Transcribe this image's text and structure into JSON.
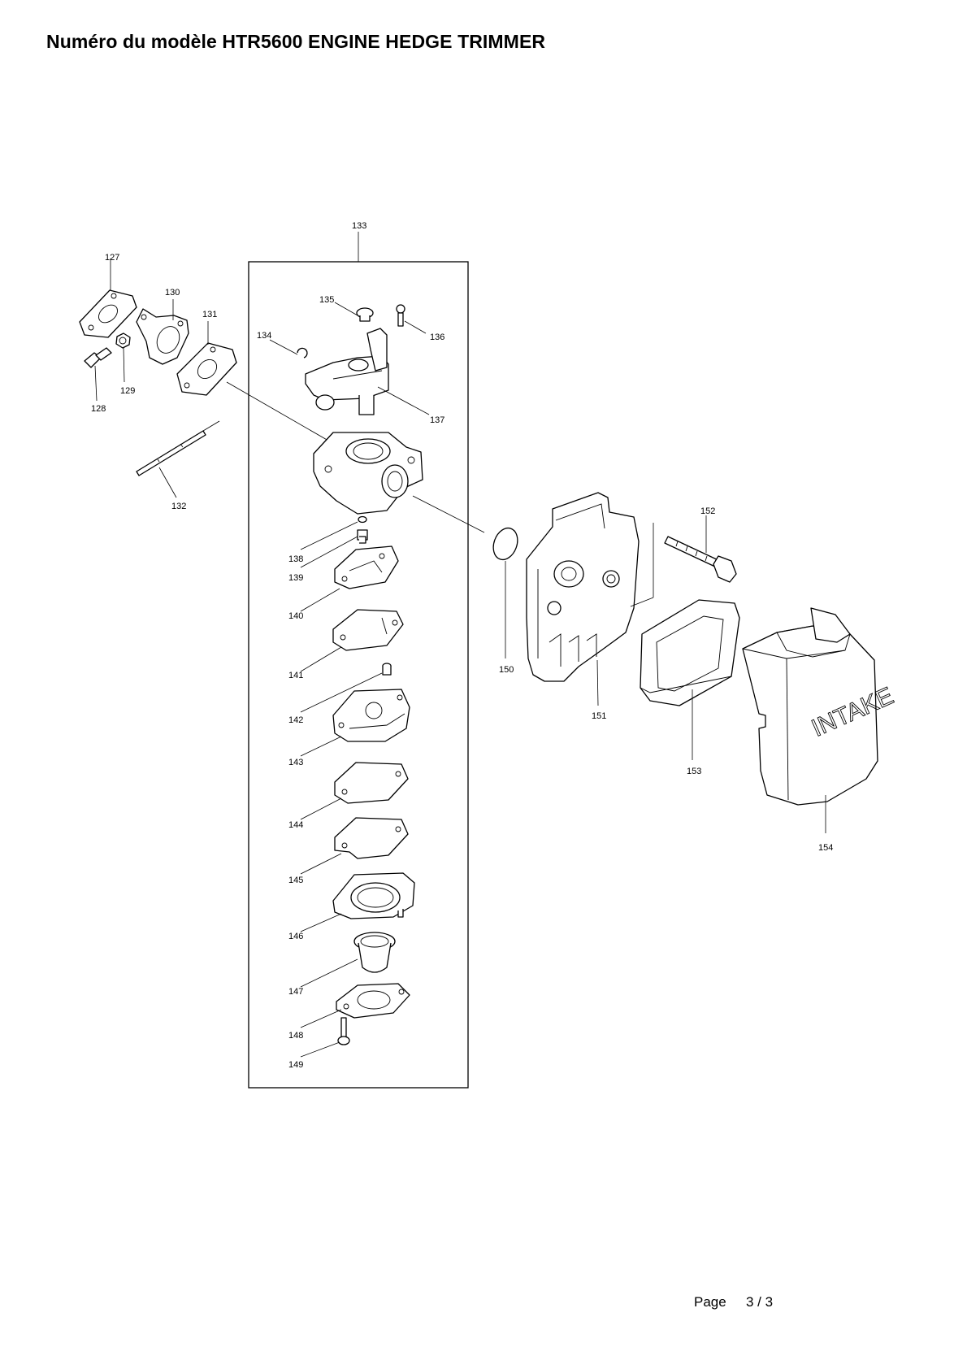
{
  "header": {
    "title": "Numéro du modèle HTR5600  ENGINE HEDGE TRIMMER"
  },
  "footer": {
    "page_label": "Page",
    "page_number": "3 / 3"
  },
  "callouts": {
    "p127": "127",
    "p128": "128",
    "p129": "129",
    "p130": "130",
    "p131": "131",
    "p132": "132",
    "p133": "133",
    "p134": "134",
    "p135": "135",
    "p136": "136",
    "p137": "137",
    "p138": "138",
    "p139": "139",
    "p140": "140",
    "p141": "141",
    "p142": "142",
    "p143": "143",
    "p144": "144",
    "p145": "145",
    "p146": "146",
    "p147": "147",
    "p148": "148",
    "p149": "149",
    "p150": "150",
    "p151": "151",
    "p152": "152",
    "p153": "153",
    "p154": "154"
  },
  "cover_text": "INTAKE"
}
